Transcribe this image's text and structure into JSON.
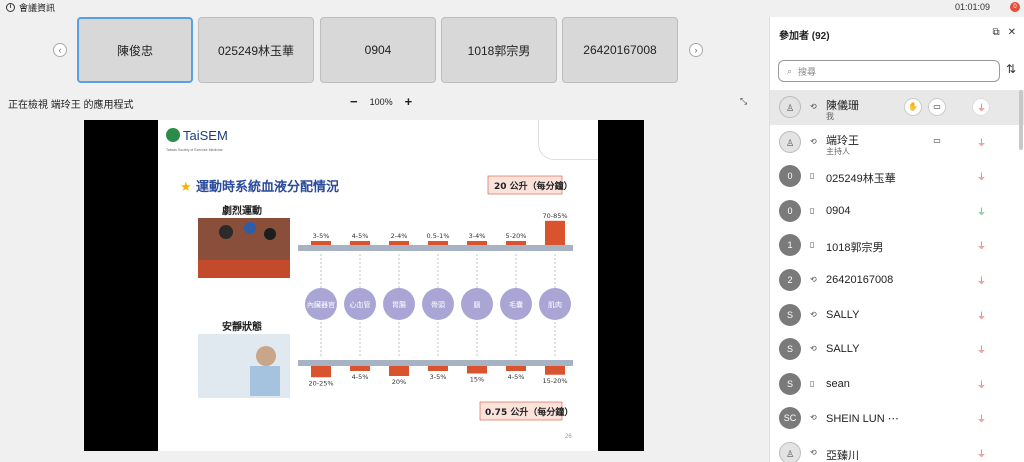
{
  "topbar": {
    "title": "會議資訊",
    "clock": "01:01:09",
    "rec": "0"
  },
  "tiles": [
    "陳俊忠",
    "025249林玉華",
    "0904",
    "1018郭宗男",
    "26420167008"
  ],
  "viewing": {
    "label": "正在檢視 端玲王 的應用程式",
    "zoom": "100%",
    "minus": "−",
    "plus": "+"
  },
  "slide": {
    "logo": "TaiSEM",
    "logo_sub": "Taiwan Society of Exercise Medicine",
    "title": "運動時系統血液分配情況",
    "top_total": "20 公升（每分鐘）",
    "bottom_total": "0.75 公升（每分鐘）",
    "exercise_label": "劇烈運動",
    "rest_label": "安靜狀態",
    "page": "26"
  },
  "chart_data": {
    "type": "bar",
    "title": "運動時系統血液分配情況",
    "categories": [
      "內臟器官",
      "心血管",
      "胃腸",
      "骨頭",
      "腦",
      "毛囊",
      "肌肉"
    ],
    "series": [
      {
        "name": "劇烈運動",
        "values": [
          4,
          4.5,
          2.2,
          0.8,
          3.5,
          12.5,
          77.5
        ],
        "labels": [
          "3-5%",
          "4-5%",
          "2-4%",
          "0.5-1%",
          "3-4%",
          "5-20%",
          "70-85%"
        ]
      },
      {
        "name": "安靜狀態",
        "values": [
          22.5,
          4.5,
          20,
          4,
          15,
          4.5,
          17.5
        ],
        "labels": [
          "20-25%",
          "4-5%",
          "20%",
          "3-5%",
          "15%",
          "4-5%",
          "15-20%"
        ]
      }
    ],
    "bar_color": "#d9532f",
    "circle_color": "#a9a6d6"
  },
  "panel": {
    "title": "參加者 (92)",
    "search_placeholder": "搜尋",
    "participants": [
      {
        "name": "陳儀珊",
        "role": "我",
        "avatar": "",
        "device": "headset",
        "mic": "muted",
        "self": true
      },
      {
        "name": "端玲王",
        "role": "主持人",
        "avatar": "",
        "device": "headset",
        "mic": "muted"
      },
      {
        "name": "025249林玉華",
        "role": "",
        "avatar": "0",
        "device": "phone",
        "mic": "muted"
      },
      {
        "name": "0904",
        "role": "",
        "avatar": "0",
        "device": "phone",
        "mic": "on"
      },
      {
        "name": "1018郭宗男",
        "role": "",
        "avatar": "1",
        "device": "phone",
        "mic": "muted"
      },
      {
        "name": "26420167008",
        "role": "",
        "avatar": "2",
        "device": "headset",
        "mic": "muted"
      },
      {
        "name": "SALLY",
        "role": "",
        "avatar": "S",
        "device": "headset",
        "mic": "muted"
      },
      {
        "name": "SALLY",
        "role": "",
        "avatar": "S",
        "device": "headset",
        "mic": "muted"
      },
      {
        "name": "sean",
        "role": "",
        "avatar": "S",
        "device": "phone",
        "mic": "muted"
      },
      {
        "name": "SHEIN LUN ⋯",
        "role": "",
        "avatar": "SC",
        "device": "headset",
        "mic": "muted"
      },
      {
        "name": "亞臻川",
        "role": "",
        "avatar": "",
        "device": "headset",
        "mic": "muted"
      }
    ]
  }
}
